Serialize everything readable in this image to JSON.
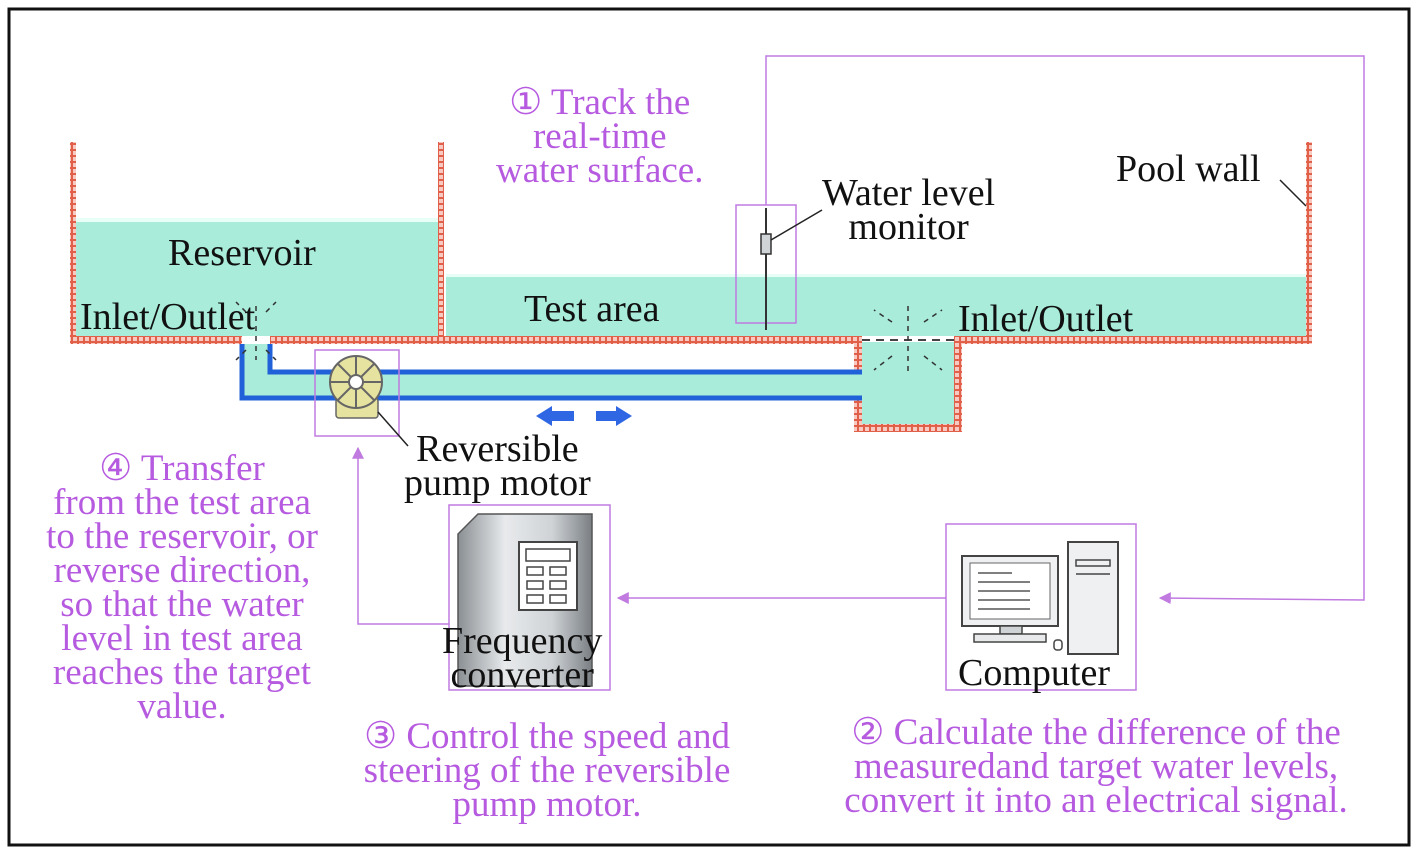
{
  "labels": {
    "reservoir": "Reservoir",
    "test_area": "Test area",
    "inlet_outlet_left": "Inlet/Outlet",
    "inlet_outlet_right": "Inlet/Outlet",
    "pool_wall": "Pool wall",
    "water_level_monitor": [
      "Water level",
      "monitor"
    ],
    "reversible_pump_motor": [
      "Reversible",
      "pump motor"
    ],
    "frequency_converter": [
      "Frequency",
      "converter"
    ],
    "computer": "Computer"
  },
  "steps": {
    "step1": [
      "① Track the",
      "real-time",
      "water surface."
    ],
    "step2": [
      "② Calculate the difference of the",
      "measuredand target water levels,",
      "convert it into an electrical signal."
    ],
    "step3": [
      "③ Control the speed and",
      "steering of the reversible",
      "pump motor."
    ],
    "step4": [
      "④ Transfer",
      "from the test area",
      "to the reservoir, or",
      "reverse direction,",
      "so that the water",
      "level in test area",
      "reaches the target",
      "value."
    ]
  },
  "colors": {
    "frame": "#111111",
    "wall": "#e0604a",
    "water": "#a8ecd9",
    "water_surface": "#e8fff8",
    "pipe": "#2060d8",
    "pipe_fill": "#a8ecd9",
    "annotation": "#b65ae0",
    "box": "#c07ae0",
    "arrow": "#2f66e4",
    "pump": "#e6e2a0"
  },
  "icons": {
    "pump": "pump-icon",
    "converter": "frequency-converter-icon",
    "computer": "computer-icon",
    "flow": "bidirectional-arrow-icon"
  }
}
